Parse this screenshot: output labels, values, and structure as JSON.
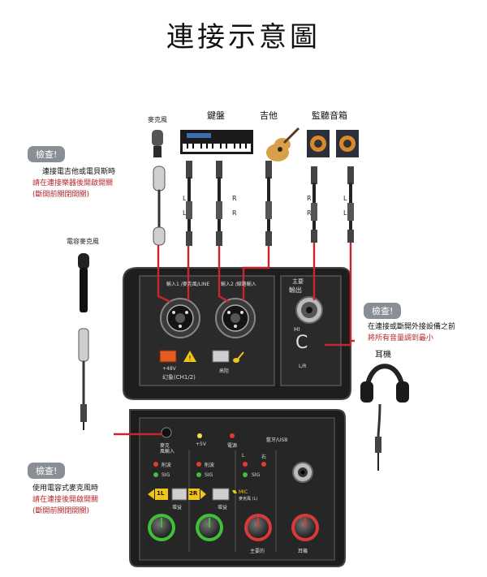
{
  "title": "連接示意圖",
  "devices": {
    "mic": "麥克風",
    "keyboard": "鍵盤",
    "guitar": "吉他",
    "monitor": "監聽音箱",
    "condenser_mic": "電容麥克風",
    "headphones": "耳機"
  },
  "notes": {
    "left_top": {
      "tag": "檢查!",
      "lines": [
        "連接電吉他或電貝斯時",
        "請在連接樂器後開啟開關",
        "(斷開前關閉開關)"
      ]
    },
    "right": {
      "tag": "檢查!",
      "lines": [
        "在連接或斷開外接設備之前",
        "將所有音量調到最小"
      ]
    },
    "left_bottom": {
      "tag": "檢查!",
      "lines": [
        "使用電容式麥克風時",
        "請在連接後開啟開關",
        "(斷開前關閉開關)"
      ]
    }
  },
  "cable_letters": {
    "left": "L",
    "right": "R"
  },
  "panel": {
    "input1": "輸入1 /麥克風/LINE",
    "input2": "輸入2 /線路輸入",
    "main_out": "主要",
    "output": "輸出",
    "phantom_v": "+48V",
    "phantom": "幻象(CH1/2)",
    "hiz": "高阻",
    "hiz_sub": "HI",
    "phones_sub": "L/R",
    "jack_c": "C",
    "mic_jack": "麥克",
    "mic_jack_sub": "風輸入",
    "v5": "+5V",
    "power": "電源",
    "stereo": "藍牙/USB",
    "sig": "SIG",
    "sig2": "SIG",
    "sig3": "SIG",
    "peak": "削波",
    "peak2": "削波",
    "l": "L",
    "r": "右",
    "ch1": "1L",
    "ch2": "2R",
    "mic_btn": "MIC",
    "mic_btn_sub": "麥克風 (L)",
    "gain1": "增益",
    "gain2": "增益",
    "main_vol": "主要的",
    "phones_vol": "耳機"
  },
  "colors": {
    "red_cable": "#c8252f",
    "panel": "#232323",
    "knob_green": "#3fbf3a",
    "knob_red": "#d83a3a",
    "button_orange": "#e35b1f",
    "tag": "#8a8f96"
  }
}
